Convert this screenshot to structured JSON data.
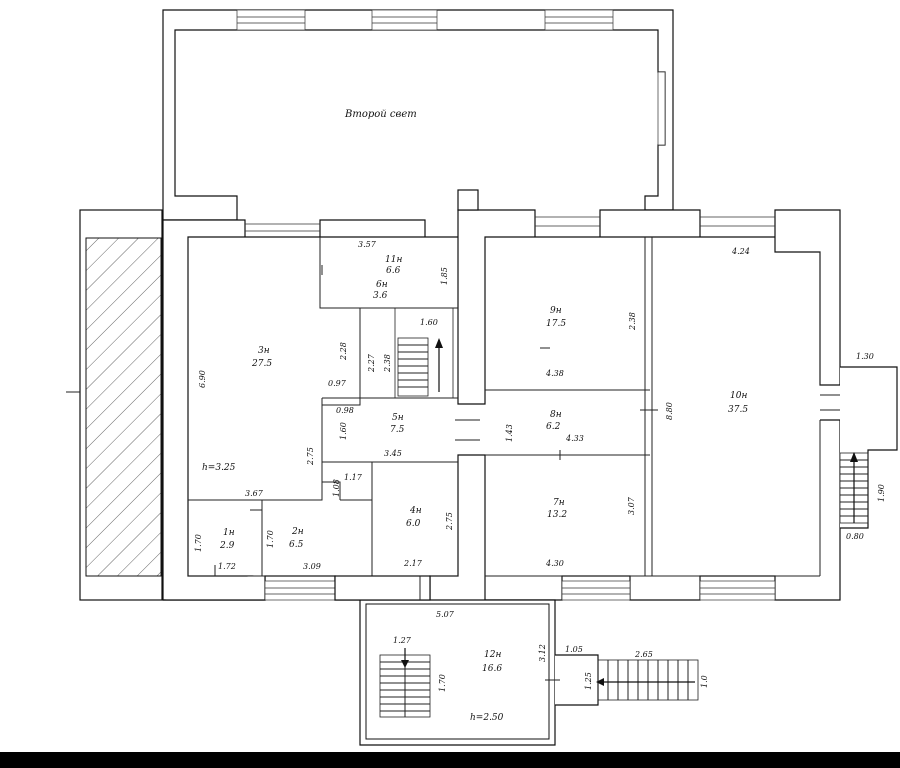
{
  "labels": {
    "second_light": "Второй свет",
    "room1": "1н",
    "room1_area": "2.9",
    "room2": "2н",
    "room2_area": "6.5",
    "room3": "3н",
    "room3_area": "27.5",
    "room4": "4н",
    "room4_area": "6.0",
    "room5": "5н",
    "room5_area": "7.5",
    "room6": "6н",
    "room6_area": "3.6",
    "room7": "7н",
    "room7_area": "13.2",
    "room8": "8н",
    "room8_area": "6.2",
    "room9": "9н",
    "room9_area": "17.5",
    "room10": "10н",
    "room10_area": "37.5",
    "room11": "11н",
    "room11_area": "6.6",
    "room12": "12н",
    "room12_area": "16.6",
    "height_main": "h=3.25",
    "height_entry": "h=2.50"
  },
  "dimensions": {
    "d357": "3.57",
    "d185": "1.85",
    "d160": "1.60",
    "d238": "2.38",
    "d690": "6.90",
    "d228": "2.28",
    "d227": "2.27",
    "d097": "0.97",
    "d098": "0.98",
    "d160b": "1.60",
    "d275": "2.75",
    "d345": "3.45",
    "d117": "1.17",
    "d108": "1.08",
    "d367": "3.67",
    "d170a": "1.70",
    "d170b": "1.70",
    "d172": "1.72",
    "d309": "3.09",
    "d275b": "2.75",
    "d217": "2.17",
    "d507": "5.07",
    "d438": "4.38",
    "d433": "4.33",
    "d143": "1.43",
    "d880": "8.80",
    "d307": "3.07",
    "d430": "4.30",
    "d424": "4.24",
    "d130": "1.30",
    "d190": "1.90",
    "d080": "0.80",
    "d127": "1.27",
    "d170c": "1.70",
    "d312": "3.12",
    "d105": "1.05",
    "d265": "2.65",
    "d125": "1.25",
    "d10": "1.0"
  }
}
